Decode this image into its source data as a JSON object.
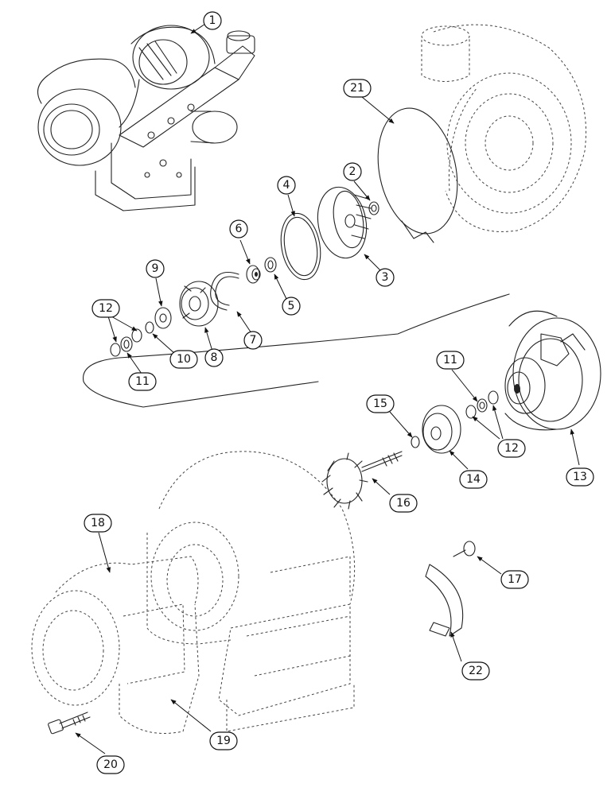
{
  "callouts": {
    "c1": "1",
    "c2": "2",
    "c3": "3",
    "c4": "4",
    "c5": "5",
    "c6": "6",
    "c7": "7",
    "c8": "8",
    "c9": "9",
    "c10": "10",
    "c11a": "11",
    "c11b": "11",
    "c12a": "12",
    "c12b": "12",
    "c13": "13",
    "c14": "14",
    "c15": "15",
    "c16": "16",
    "c17": "17",
    "c18": "18",
    "c19": "19",
    "c20": "20",
    "c21": "21",
    "c22": "22"
  }
}
